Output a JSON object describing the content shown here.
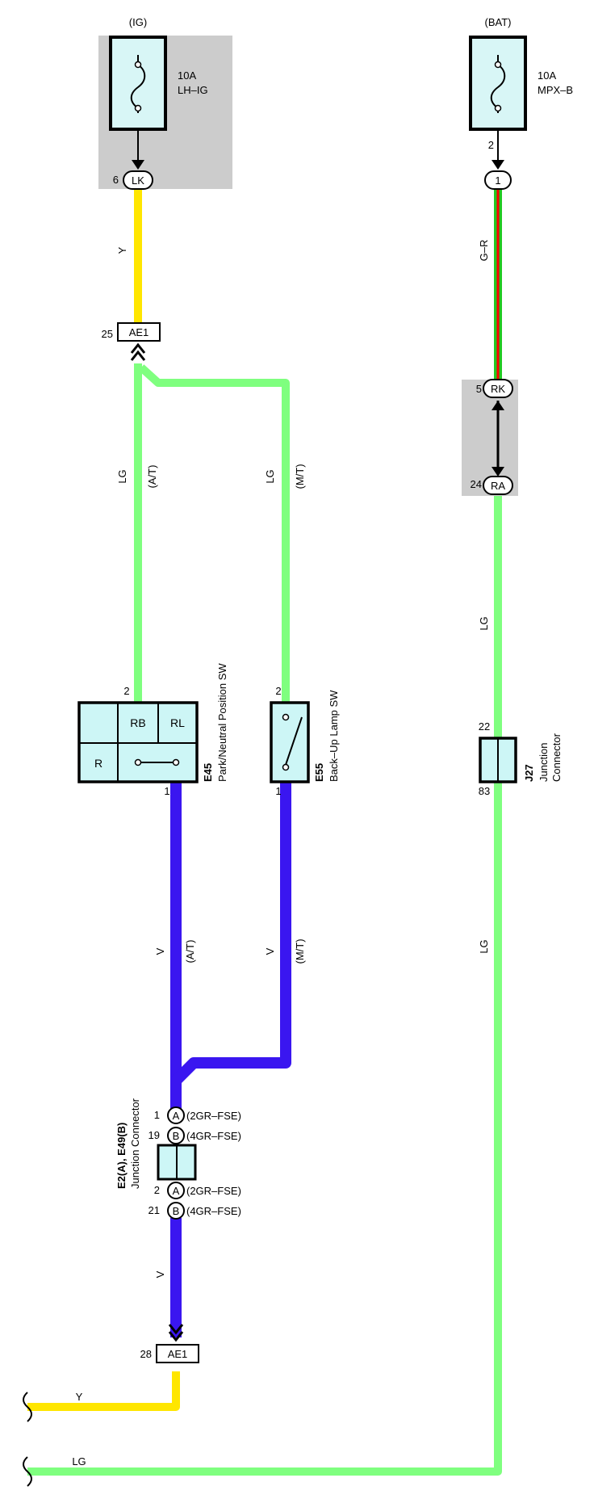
{
  "colors": {
    "yellow": "#ffe600",
    "light_green": "#7fff7f",
    "violet": "#3a16f0",
    "red": "#ff0000",
    "green": "#22c922",
    "fuse_box_fill": "#d8f6f6",
    "connector_fill": "#cdf6f6",
    "junction_block_gray": "#cccccc"
  },
  "fuses": {
    "ig": {
      "supply": "(IG)",
      "rating": "10A",
      "name": "LH–IG"
    },
    "bat": {
      "supply": "(BAT)",
      "rating": "10A",
      "name": "MPX–B"
    }
  },
  "terminals": {
    "lk": {
      "pin": "6",
      "label": "LK"
    },
    "bat_fuse_pin": "2",
    "bat_out": "1",
    "rk": {
      "pin": "5",
      "label": "RK"
    },
    "ra": {
      "pin": "24",
      "label": "RA"
    },
    "ae1_top": {
      "pin": "25",
      "label": "AE1"
    },
    "ae1_bottom": {
      "pin": "28",
      "label": "AE1"
    }
  },
  "wires": {
    "y": "Y",
    "lg": "LG",
    "v": "V",
    "gr": "G–R",
    "at": "(A/T)",
    "mt": "(M/T)"
  },
  "e45": {
    "code": "E45",
    "name": "Park/Neutral Position SW",
    "pin_top": "2",
    "pin_bottom": "1",
    "cells": [
      "RB",
      "RL",
      "R"
    ]
  },
  "e55": {
    "code": "E55",
    "name": "Back–Up Lamp SW",
    "pin_top": "2",
    "pin_bottom": "1"
  },
  "j27": {
    "code": "J27",
    "name_line1": "Junction",
    "name_line2": "Connector",
    "pin_top": "22",
    "pin_bottom": "83"
  },
  "e2_e49": {
    "code": "E2(A), E49(B)",
    "name": "Junction Connector",
    "pins": [
      {
        "pin": "1",
        "letter": "A",
        "variant": "(2GR–FSE)"
      },
      {
        "pin": "19",
        "letter": "B",
        "variant": "(4GR–FSE)"
      },
      {
        "pin": "2",
        "letter": "A",
        "variant": "(2GR–FSE)"
      },
      {
        "pin": "21",
        "letter": "B",
        "variant": "(4GR–FSE)"
      }
    ]
  }
}
